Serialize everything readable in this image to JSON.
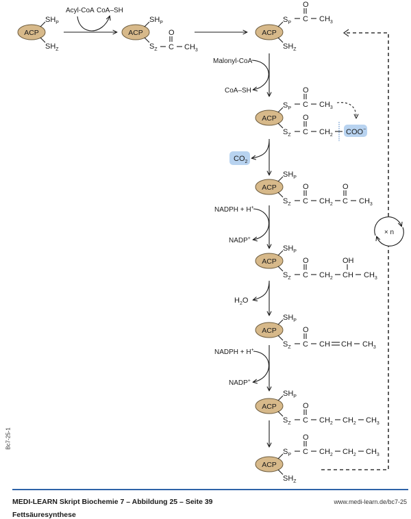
{
  "figure": {
    "title": "MEDI-LEARN Skript Biochemie 7 – Abbildung 25 – Seite 39",
    "subtitle": "Fettsäuresynthese",
    "url": "www.medi-learn.de/bc7-25",
    "side_code": "Bc7-25-1"
  },
  "colors": {
    "acp_fill": "#d7b98a",
    "acp_stroke": "#6b5a3c",
    "highlight_fill": "#b8d3f0",
    "footer_rule": "#2d62a8"
  },
  "protein": {
    "label": "ACP"
  },
  "groups": {
    "SH": "SH",
    "S": "S",
    "P": "P",
    "Z": "Z",
    "C": "C",
    "O": "O",
    "CH3": "CH",
    "CH2": "CH",
    "CH": "CH",
    "OH": "OH",
    "sub3": "3",
    "sub2": "2",
    "COO": "COO",
    "minus": "−",
    "CO2": "CO",
    "H2O_H": "H",
    "H2O_O": "O"
  },
  "reagents": {
    "acyl_coa": "Acyl-CoA",
    "coa_sh": "CoA–SH",
    "malonyl_coa": "Malonyl-CoA",
    "coa_sh_2": "CoA–SH",
    "nadph_1": "NADPH + H",
    "nadp_1": "NADP",
    "nadph_2": "NADPH + H",
    "nadp_2": "NADP",
    "plus": "+"
  },
  "cycle": {
    "label": "× n"
  },
  "steps": [
    "ACP free (SH-P, SH-Z)",
    "Acetyl on S-Z",
    "Acetyl on S-P",
    "Acetyl on S-P + Malonyl on S-Z",
    "Acetoacetyl on S-Z",
    "3-Hydroxybutyryl on S-Z",
    "Crotonyl on S-Z",
    "Butyryl on S-Z",
    "Butyryl on S-P"
  ]
}
